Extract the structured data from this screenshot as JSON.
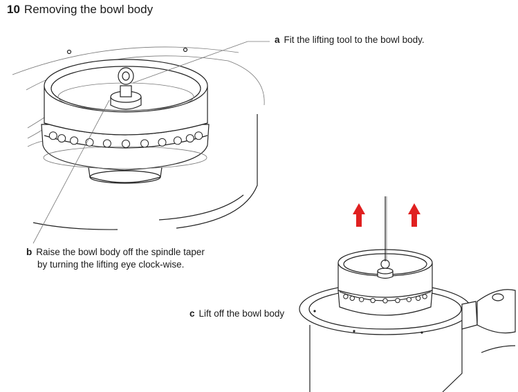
{
  "heading": {
    "number": "10",
    "title": "Removing the bowl body"
  },
  "callouts": [
    {
      "letter": "a",
      "text": "Fit the lifting tool to the bowl body."
    },
    {
      "letter": "b",
      "line1": "Raise the bowl body off the spindle taper",
      "line2": "by turning the lifting eye clock-wise."
    },
    {
      "letter": "c",
      "text": "Lift off the bowl body"
    }
  ],
  "colors": {
    "arrow": "#e02020",
    "line": "#222222"
  },
  "icons": {
    "lift_arrows": "up-arrow-icon"
  }
}
